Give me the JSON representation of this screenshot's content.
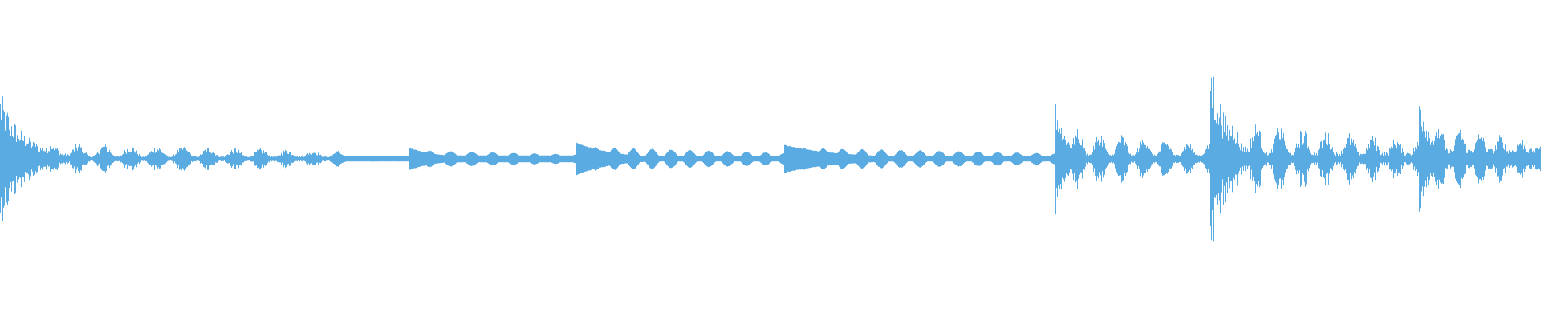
{
  "waveform": {
    "color": "#5aabe2",
    "background": "#ffffff",
    "duration_fraction": 1.0,
    "segments": [
      {
        "name": "segment-1",
        "start": 0.0,
        "end": 0.22,
        "onset_amp": 0.55,
        "decay": 14,
        "sustain_amp": 0.14,
        "tail_amp": 0.015,
        "osc_cycles": 13,
        "noise": 0.55
      },
      {
        "name": "segment-2",
        "start": 0.22,
        "end": 0.265,
        "onset_amp": 0.06,
        "decay": 10,
        "sustain_amp": 0.03,
        "tail_amp": 0.02,
        "osc_cycles": 2,
        "noise": 0.05
      },
      {
        "name": "segment-3",
        "start": 0.265,
        "end": 0.374,
        "onset_amp": 0.12,
        "decay": 6,
        "sustain_amp": 0.09,
        "tail_amp": 0.03,
        "osc_cycles": 8,
        "noise": 0.05
      },
      {
        "name": "segment-4",
        "start": 0.374,
        "end": 0.509,
        "onset_amp": 0.18,
        "decay": 6,
        "sustain_amp": 0.13,
        "tail_amp": 0.02,
        "osc_cycles": 11,
        "noise": 0.05
      },
      {
        "name": "segment-5",
        "start": 0.509,
        "end": 0.685,
        "onset_amp": 0.15,
        "decay": 5,
        "sustain_amp": 0.12,
        "tail_amp": 0.02,
        "osc_cycles": 14,
        "noise": 0.05
      },
      {
        "name": "segment-6",
        "start": 0.685,
        "end": 0.785,
        "onset_amp": 0.48,
        "decay": 12,
        "sustain_amp": 0.27,
        "tail_amp": 0.03,
        "osc_cycles": 7,
        "noise": 0.45
      },
      {
        "name": "segment-7",
        "start": 0.785,
        "end": 0.921,
        "onset_amp": 0.9,
        "decay": 13,
        "sustain_amp": 0.33,
        "tail_amp": 0.05,
        "osc_cycles": 9,
        "noise": 0.55
      },
      {
        "name": "segment-8",
        "start": 0.921,
        "end": 1.0,
        "onset_amp": 0.58,
        "decay": 10,
        "sustain_amp": 0.32,
        "tail_amp": 0.08,
        "osc_cycles": 6,
        "noise": 0.45
      }
    ]
  }
}
